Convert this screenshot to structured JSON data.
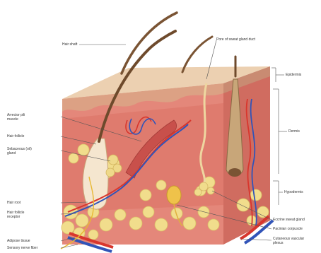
{
  "colors": {
    "epidermis_top": "#e9c6a4",
    "epidermis_side": "#dca184",
    "dermis_front": "#e4877a",
    "dermis_side": "#d06c60",
    "hypodermis_fat": "#f1dd8c",
    "artery": "#d8362d",
    "vein": "#3154b8",
    "hair": "#6e4a2c",
    "leader": "#555555"
  },
  "labels": {
    "hair_shaft": "Hair shaft",
    "pore": "Pore of sweat gland duct",
    "arrector_pili": "Arrector pili muscle",
    "hair_follicle": "Hair follicle",
    "sebaceous_gland": "Sebaceous (oil) gland",
    "hair_root": "Hair root",
    "follicle_receptor": "Hair follicle receptor",
    "adipose": "Adipose tissue",
    "nerve_fiber": "Sensory nerve fiber",
    "epidermis": "Epidermis",
    "dermis": "Dermis",
    "hypodermis": "Hypodermis",
    "sweat_gland": "Eccrine sweat gland",
    "pacinian": "Pacinian corpuscle",
    "vascular_plexus": "Cutaneous vascular plexus"
  }
}
